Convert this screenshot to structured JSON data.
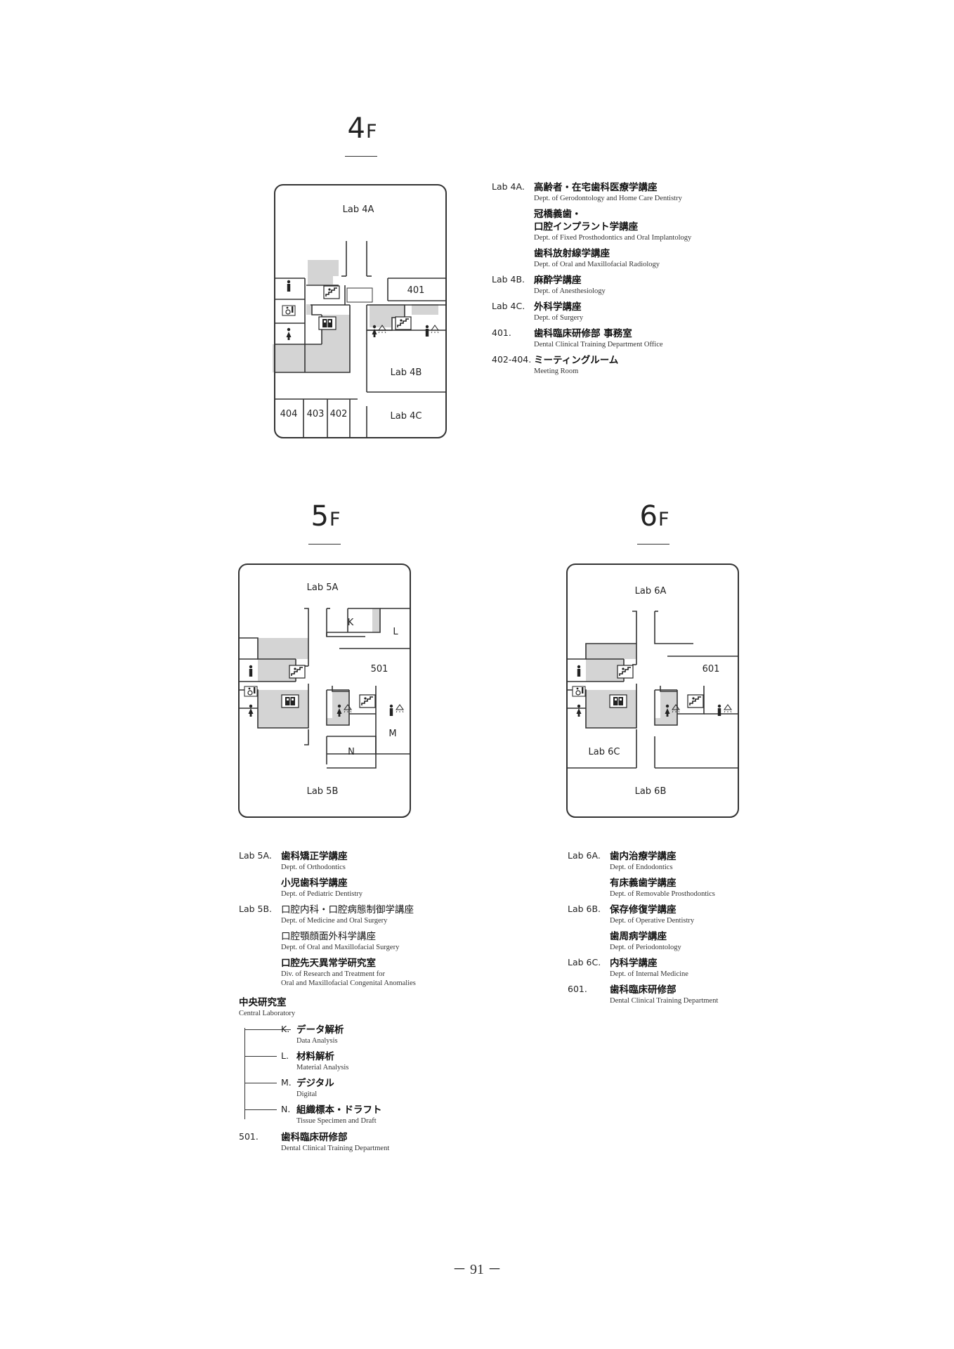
{
  "floors": {
    "f4": {
      "num": "4",
      "unit": "F"
    },
    "f5": {
      "num": "5",
      "unit": "F"
    },
    "f6": {
      "num": "6",
      "unit": "F"
    }
  },
  "plan4": {
    "lab4a": "Lab 4A",
    "r401": "401",
    "lab4b": "Lab 4B",
    "lab4c": "Lab 4C",
    "r404": "404",
    "r403": "403",
    "r402": "402"
  },
  "plan5": {
    "lab5a": "Lab 5A",
    "k": "K",
    "l": "L",
    "r501": "501",
    "m": "M",
    "n": "N",
    "lab5b": "Lab 5B"
  },
  "plan6": {
    "lab6a": "Lab 6A",
    "r601": "601",
    "lab6c": "Lab 6C",
    "lab6b": "Lab 6B"
  },
  "legend4": [
    {
      "code": "Lab 4A.",
      "jp": "高齢者・在宅歯科医療学講座",
      "en": "Dept. of Gerodontology and Home Care Dentistry"
    },
    {
      "code": "",
      "jp": "冠橋義歯・",
      "jp2": "口腔インプラント学講座",
      "en": "Dept. of Fixed Prosthodontics and Oral Implantology"
    },
    {
      "code": "",
      "jp": "歯科放射線学講座",
      "en": "Dept. of Oral and Maxillofacial Radiology"
    },
    {
      "code": "Lab 4B.",
      "jp": "麻酔学講座",
      "en": "Dept. of Anesthesiology"
    },
    {
      "code": "Lab 4C.",
      "jp": "外科学講座",
      "en": "Dept. of Surgery"
    },
    {
      "code": "401.",
      "jp": "歯科臨床研修部 事務室",
      "en": "Dental Clinical Training Department Office"
    },
    {
      "code": "402-404.",
      "jp": "ミーティングルーム",
      "en": "Meeting Room"
    }
  ],
  "legend5": [
    {
      "code": "Lab 5A.",
      "jp": "歯科矯正学講座",
      "en": "Dept. of Orthodontics"
    },
    {
      "code": "",
      "jp": "小児歯科学講座",
      "en": "Dept. of Pediatric Dentistry"
    },
    {
      "code": "Lab 5B.",
      "jp": "口腔内科・口腔病態制御学講座",
      "en": "Dept. of Medicine and Oral Surgery"
    },
    {
      "code": "",
      "jp": "口腔顎顔面外科学講座",
      "en": "Dept. of  Oral and Maxillofacial Surgery"
    },
    {
      "code": "",
      "jp": "口腔先天異常学研究室",
      "en": "Div. of Research and Treatment for",
      "en2": "Oral and Maxillofacial Congenital Anomalies"
    }
  ],
  "central": {
    "jp": "中央研究室",
    "en": "Central Laboratory",
    "items": [
      {
        "code": "K.",
        "jp": "データ解析",
        "en": "Data Analysis"
      },
      {
        "code": "L.",
        "jp": "材料解析",
        "en": "Material Analysis"
      },
      {
        "code": "M.",
        "jp": "デジタル",
        "en": "Digital"
      },
      {
        "code": "N.",
        "jp": "組織標本・ドラフト",
        "en": "Tissue Specimen and Draft"
      }
    ]
  },
  "legend501": {
    "code": "501.",
    "jp": "歯科臨床研修部",
    "en": "Dental Clinical Training Department"
  },
  "legend6": [
    {
      "code": "Lab 6A.",
      "jp": "歯内治療学講座",
      "en": "Dept. of Endodontics"
    },
    {
      "code": "",
      "jp": "有床義歯学講座",
      "en": "Dept. of Removable Prosthodontics"
    },
    {
      "code": "Lab 6B.",
      "jp": "保存修復学講座",
      "en": "Dept. of Operative Dentistry"
    },
    {
      "code": "",
      "jp": "歯周病学講座",
      "en": "Dept. of Periodontology"
    },
    {
      "code": "Lab 6C.",
      "jp": "内科学講座",
      "en": "Dept. of Internal Medicine"
    },
    {
      "code": "601.",
      "jp": "歯科臨床研修部",
      "en": "Dental Clinical Training Department"
    }
  ],
  "page": {
    "number": "－ 91 －"
  },
  "icons": [
    "restroom-male-icon",
    "restroom-female-icon",
    "accessible-restroom-icon",
    "elevator-icon",
    "stairs-icon",
    "shower-icon"
  ],
  "colors": {
    "fill": "#d4d4d4",
    "line": "#333333"
  }
}
